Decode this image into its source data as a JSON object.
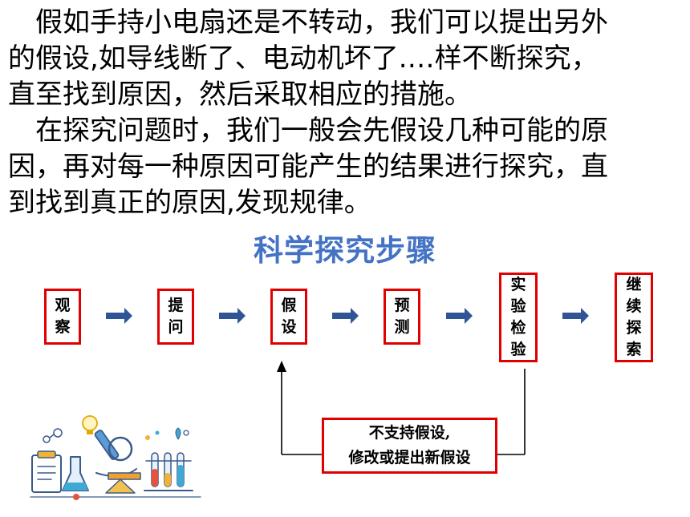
{
  "paragraphs": [
    {
      "lines": [
        "　假如手持小电扇还是不转动，我们可以提出另外",
        "的假设,如导线断了、电动机坏了.…样不断探究，",
        "直至找到原因，然后采取相应的措施。"
      ]
    },
    {
      "lines": [
        "　在探究问题时，我们一般会先假设几种可能的原",
        "因，再对每一种原因可能产生的结果进行探究，直",
        "到找到真正的原因,发现规律。"
      ]
    }
  ],
  "diagram": {
    "title": "科学探究步骤",
    "steps": [
      {
        "chars": [
          "观",
          "察"
        ]
      },
      {
        "chars": [
          "提",
          "问"
        ]
      },
      {
        "chars": [
          "假",
          "设"
        ]
      },
      {
        "chars": [
          "预",
          "测"
        ]
      },
      {
        "chars": [
          "实",
          "验",
          "检",
          "验"
        ]
      },
      {
        "chars": [
          "继",
          "续",
          "探",
          "索"
        ]
      }
    ],
    "feedback_box": {
      "lines": [
        "不支持假设,",
        "修改或提出新假设"
      ]
    },
    "colors": {
      "title": "#4472C4",
      "box_border": "#E00000",
      "arrow": "#2F5597",
      "line": "#000000"
    }
  },
  "illustration": {
    "icon": "science-lab-equipment-icon"
  }
}
